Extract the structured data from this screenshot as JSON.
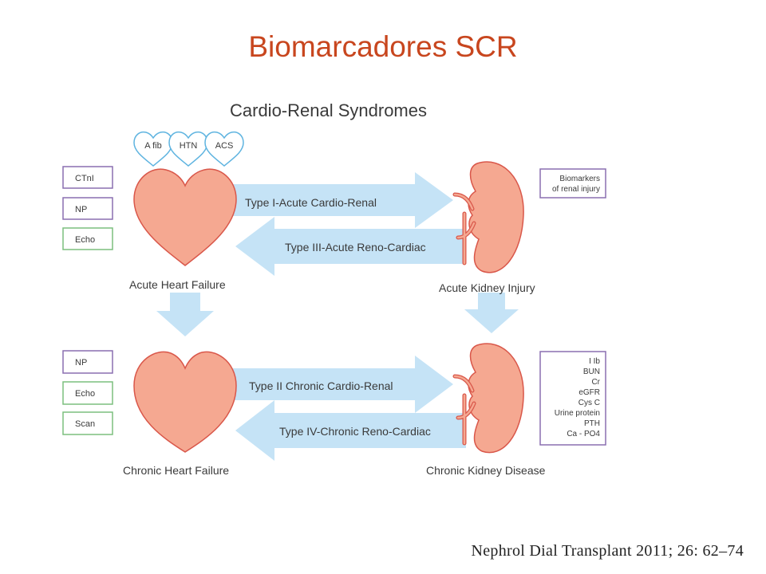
{
  "slide": {
    "title": "Biomarcadores SCR",
    "citation": "Nephrol Dial Transplant 2011; 26: 62–74"
  },
  "diagram": {
    "title": "Cardio-Renal Syndromes",
    "risk_factors": [
      "A fib",
      "HTN",
      "ACS"
    ],
    "acute_heart_biomarkers": [
      "CTnI",
      "NP",
      "Echo"
    ],
    "chronic_heart_biomarkers": [
      "NP",
      "Echo",
      "Scan"
    ],
    "acute_renal_biomarkers": [
      "Biomarkers",
      "of renal injury"
    ],
    "chronic_renal_biomarkers": [
      "I Ib",
      "BUN",
      "Cr",
      "eGFR",
      "Cys C",
      "Urine protein",
      "PTH",
      "Ca - PO4"
    ],
    "nodes": {
      "acute_heart": "Acute Heart Failure",
      "acute_kidney": "Acute Kidney Injury",
      "chronic_heart": "Chronic Heart Failure",
      "chronic_kidney": "Chronic Kidney Disease"
    },
    "arrows": {
      "type1": "Type I-Acute Cardio-Renal",
      "type3": "Type III-Acute Reno-Cardiac",
      "type2": "Type II Chronic Cardio-Renal",
      "type4": "Type IV-Chronic Reno-Cardiac"
    },
    "colors": {
      "heart_fill": "#f5a891",
      "heart_stroke": "#d9574a",
      "arrow_fill": "#c5e3f6",
      "box_purple": "#8a6fb0",
      "box_green": "#7cbf7e",
      "heart_icon_stroke": "#5fb4e0",
      "title_red": "#c8461e"
    }
  }
}
